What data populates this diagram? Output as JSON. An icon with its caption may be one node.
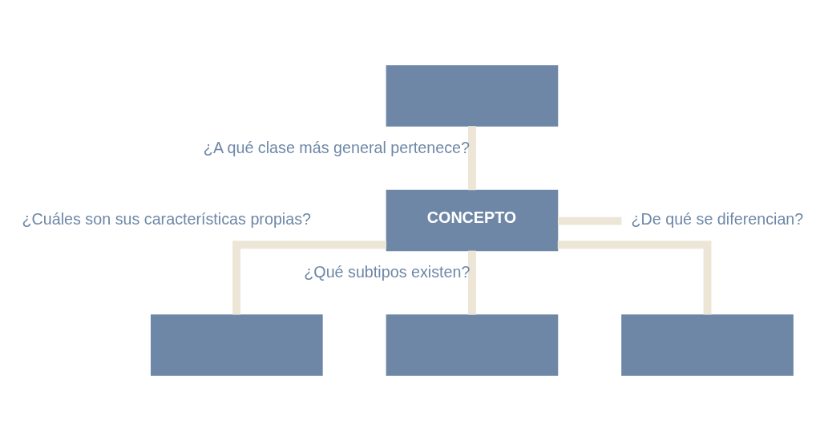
{
  "diagram": {
    "nodes": [
      {
        "text": [],
        "shape": "box"
      },
      {
        "text": [
          "CONCEPTO"
        ]
      },
      {
        "text": [],
        "shape": "box"
      },
      {
        "text": [],
        "shape": "box"
      },
      {
        "text": [],
        "shape": "box"
      },
      {
        "text": [
          "¿De qué se diferencian?"
        ]
      }
    ],
    "edges": [
      {
        "from": 0,
        "to": 1,
        "arrow": "none",
        "label": "¿A qué clase más general pertenece?"
      },
      {
        "from": 1,
        "to": 2,
        "arrow": "none"
      },
      {
        "from": 1,
        "to": 3,
        "arrow": "none",
        "label": "¿Qué subtipos existen?"
      },
      {
        "from": 1,
        "to": 4,
        "arrow": "none"
      },
      {
        "from": 1,
        "to": 5,
        "arrow": "none"
      }
    ],
    "labels": [
      "¿Cuáles son sus características propias?"
    ]
  }
}
